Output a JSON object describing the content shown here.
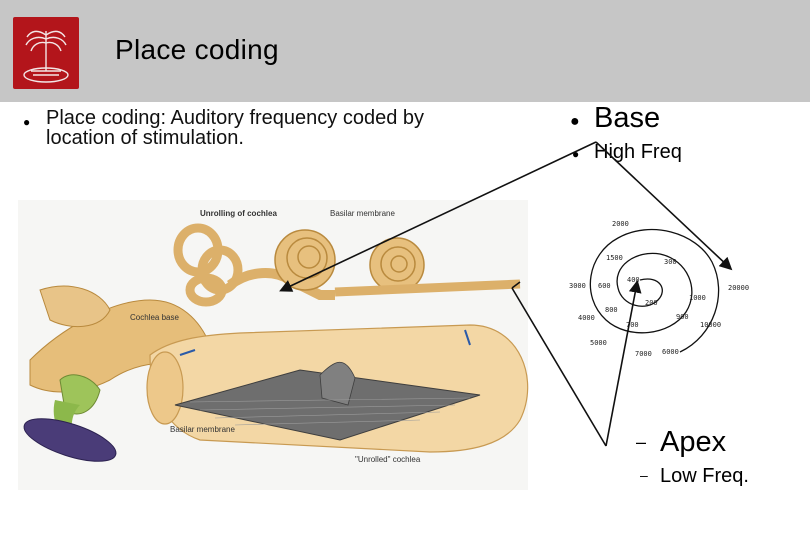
{
  "slide": {
    "title": "Place coding",
    "bullet_left": "Place coding: Auditory frequency coded by location of stimulation.",
    "base": "Base",
    "high_freq": "High Freq",
    "apex": "Apex",
    "low_freq": "Low Freq."
  },
  "figure": {
    "unrolling_title": "Unrolling of cochlea",
    "basilar_membrane_top": "Basilar membrane",
    "cochlea_base": "Cochlea base",
    "basilar_membrane_bottom": "Basilar membrane",
    "unrolled_cochlea": "\"Unrolled\" cochlea"
  },
  "spiral_freqs": [
    "2000",
    "1500",
    "300",
    "3000",
    "600",
    "400",
    "200",
    "1000",
    "20000",
    "800",
    "900",
    "4000",
    "700",
    "10000",
    "5000",
    "7000",
    "6000"
  ],
  "colors": {
    "header_bg": "#c6c6c6",
    "logo_red": "#b3151b",
    "cochlea_tan": "#e2b46a",
    "membrane_gray": "#6e6e6e"
  }
}
